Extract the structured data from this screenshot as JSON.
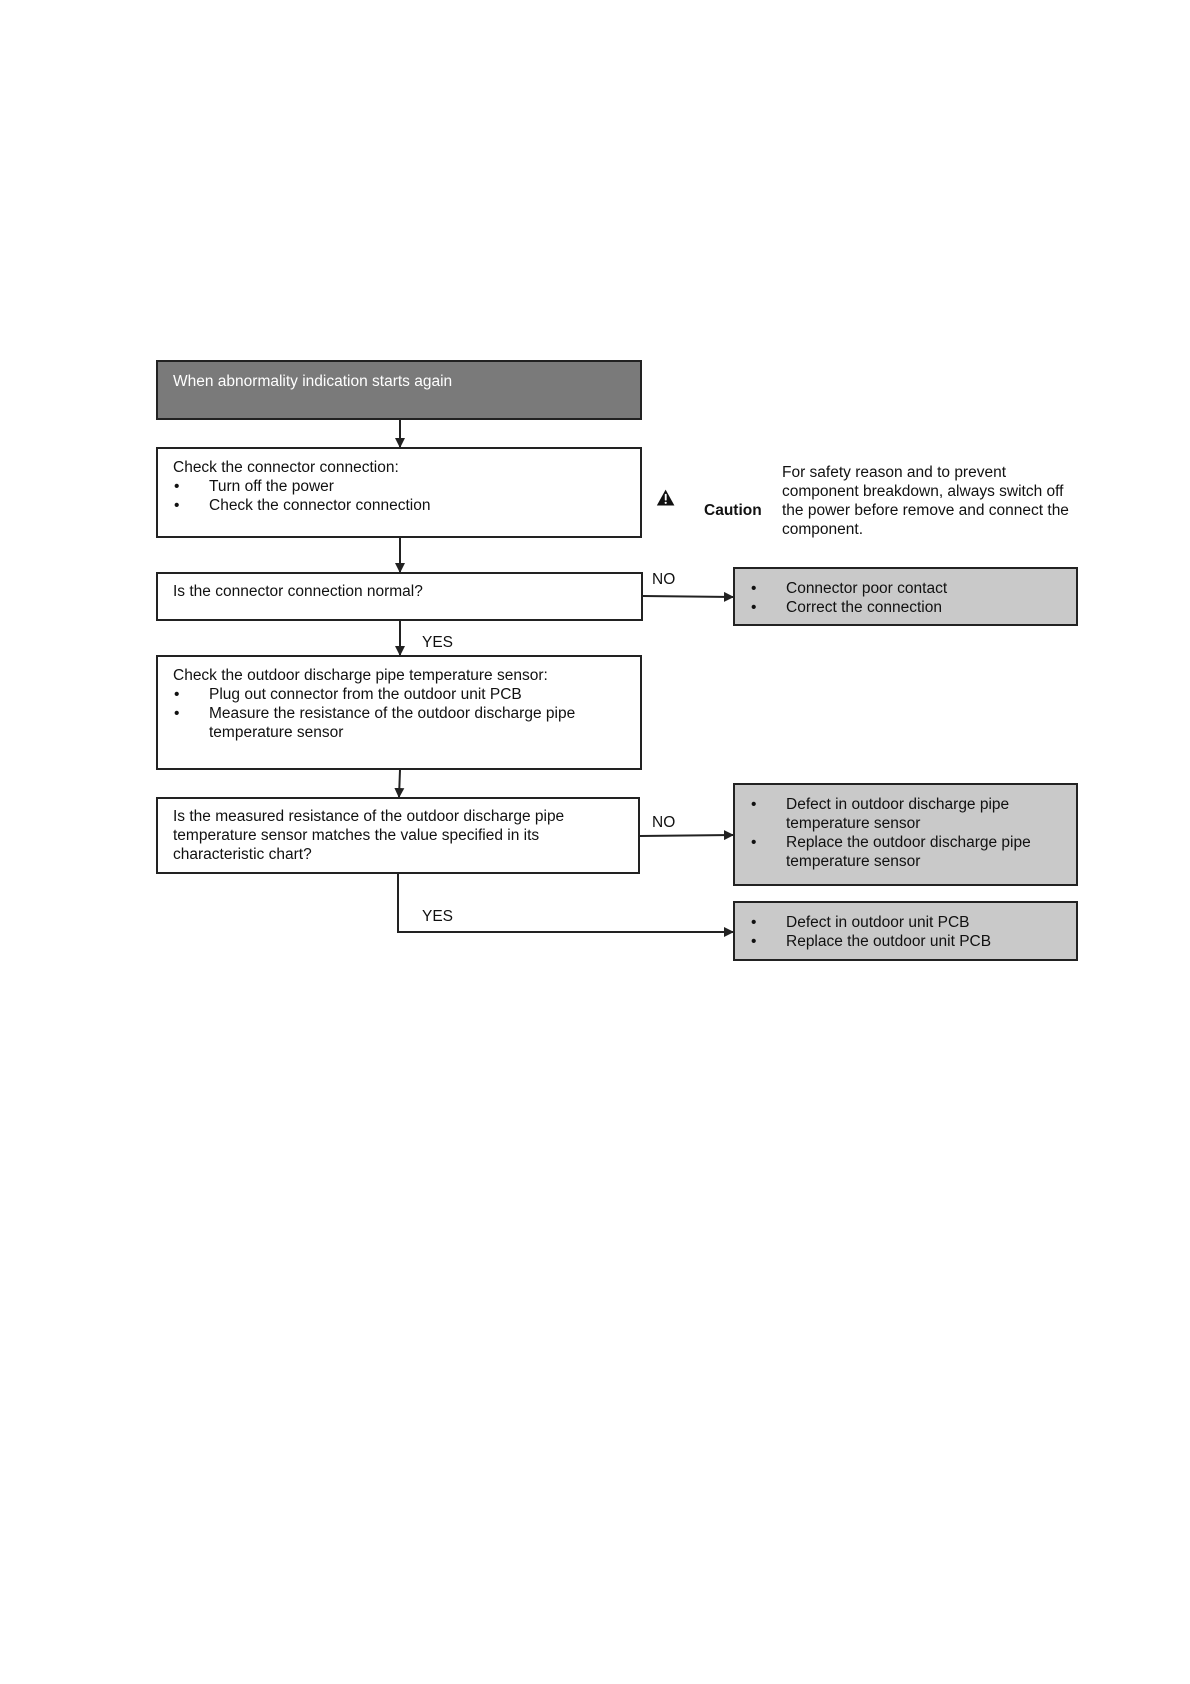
{
  "start": {
    "text": "When abnormality indication starts again"
  },
  "check_connector": {
    "title": "Check the connector connection:",
    "bullets": [
      "Turn off the power",
      "Check the connector connection"
    ]
  },
  "caution": {
    "label": "Caution",
    "note": "For safety reason and to prevent component breakdown, always switch off the power before remove and connect the component."
  },
  "decision1": {
    "question": "Is the connector connection normal?",
    "no_label": "NO",
    "yes_label": "YES"
  },
  "result1": {
    "bullets": [
      "Connector poor contact",
      "Correct the connection"
    ]
  },
  "check_sensor": {
    "title": "Check the outdoor discharge pipe temperature sensor:",
    "bullets": [
      "Plug out connector from the outdoor unit PCB",
      "Measure the resistance of the outdoor discharge pipe temperature sensor"
    ]
  },
  "decision2": {
    "question": "Is the measured resistance of the outdoor discharge pipe temperature sensor matches the value specified in its characteristic chart?",
    "no_label": "NO",
    "yes_label": "YES"
  },
  "result2": {
    "bullets": [
      "Defect in outdoor discharge pipe temperature sensor",
      "Replace the outdoor discharge pipe temperature sensor"
    ]
  },
  "result3": {
    "bullets": [
      "Defect in outdoor unit PCB",
      "Replace the outdoor unit PCB"
    ]
  },
  "colors": {
    "start_fill": "#7a7a7a",
    "result_fill": "#c9c9c9",
    "line": "#222222"
  }
}
